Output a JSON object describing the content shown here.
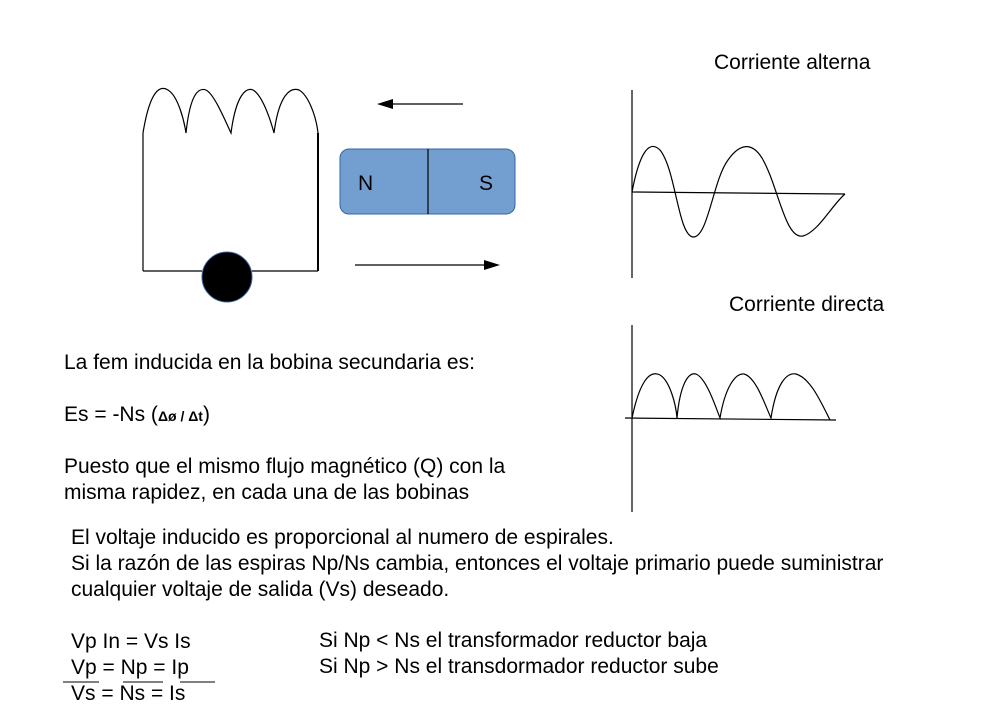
{
  "magnet": {
    "north_label": "N",
    "south_label": "S",
    "color": "#729fcf"
  },
  "bulb": {
    "color": "#000000"
  },
  "ac_graph": {
    "title": "Corriente alterna"
  },
  "dc_graph": {
    "title": "Corriente directa"
  },
  "text": {
    "fem_intro": "La fem inducida en la bobina secundaria es:",
    "formula_prefix": "Es = -Ns (",
    "formula_fraction": "Δø / Δt",
    "formula_suffix": ")",
    "flux_line1": "Puesto que el mismo flujo magnético (Q) con la",
    "flux_line2": "misma rapidez, en cada una de las bobinas",
    "prop_line1": "El voltaje inducido es proporcional al numero de espirales.",
    "prop_line2": "Si la razón de las espiras Np/Ns cambia, entonces el voltaje primario puede suministrar",
    "prop_line3": "cualquier voltaje de salida (Vs) deseado."
  },
  "equations": {
    "eq1": "Vp In = Vs Is",
    "eq2_num": "Vp = Np = Ip",
    "eq2_den": "Vs = Ns = Is"
  },
  "rules": {
    "rule1": "Si Np < Ns el transformador reductor baja",
    "rule2": "Si Np > Ns el transdormador reductor sube"
  }
}
